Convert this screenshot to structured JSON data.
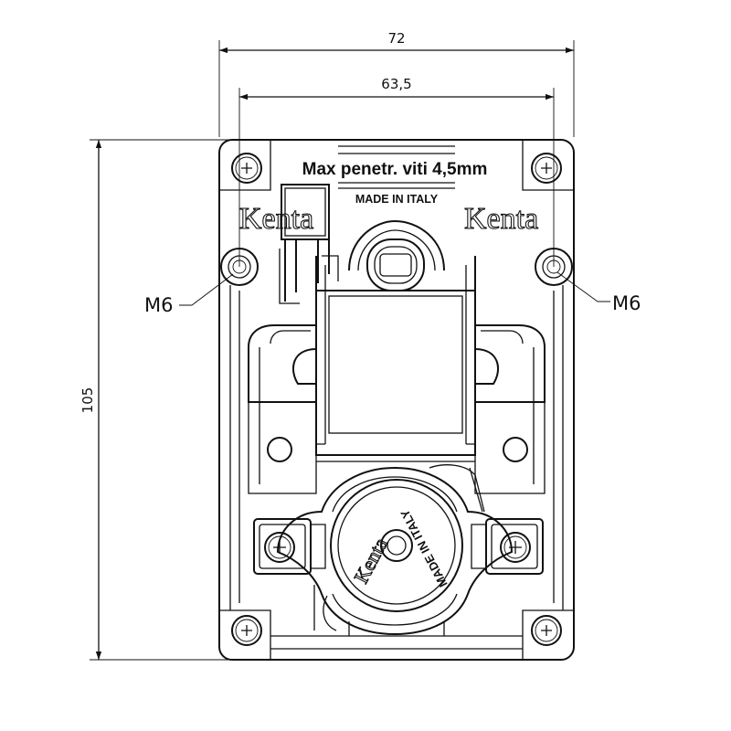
{
  "dimensions": {
    "overall_width": "72",
    "hole_spacing": "63,5",
    "height": "105"
  },
  "callouts": {
    "left_thread": "M6",
    "right_thread": "M6"
  },
  "engraving": {
    "label_top": "Max penetr. viti 4,5mm",
    "made_in_top": "MADE IN ITALY",
    "brand_left": "Kenta",
    "brand_right": "Kenta",
    "brand_rotor": "Kenta",
    "made_in_rotor": "MADE IN ITALY"
  }
}
